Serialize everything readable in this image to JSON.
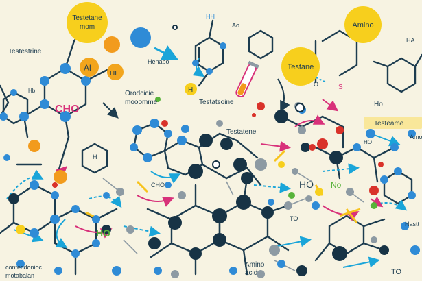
{
  "labels": {
    "bubble_top_left": [
      "Testetane",
      "mom"
    ],
    "bubble_top_right": "Amino",
    "bubble_mid_right": "Testane",
    "left_title": "Testestrine",
    "henabo": "Henabo",
    "orodicine": [
      "Orodcicie",
      "mooomme"
    ],
    "testatsoine": "Testatsoine",
    "testatene": "Testatene",
    "testeame_badge": "Testeame",
    "cho_pink": "CHO",
    "cho_small": "CHO",
    "ho_green": "HO",
    "ho_mid": "HO",
    "ho_right": "HO",
    "ho_far_right": "Ho",
    "no_green": "No",
    "to_right": "TO",
    "to_bottom": "TO",
    "amino_acid": [
      "Amino",
      "acid"
    ],
    "bottom_left": [
      "contecdonioc",
      "motabalan"
    ],
    "right_edge_top": "Amo",
    "right_edge_bot": "Hastt",
    "ha_top_right": "HA",
    "ao": "Ao",
    "hh": "HH",
    "h_atom": "H",
    "al_atom": "Al",
    "hi_atom": "HI",
    "h_small": "H",
    "hb": "Hb",
    "o_small": "O",
    "s_small": "S"
  },
  "colors": {
    "background": "#f7f3e2",
    "yellow_bubble": "#f7cf1d",
    "bond_dark": "#1d3c4f",
    "atom_blue": "#2f8bd6",
    "atom_navy": "#173345",
    "atom_orange": "#f29b1d",
    "atom_red": "#d9322a",
    "atom_green": "#58b33a",
    "atom_gray": "#8d9aa3",
    "arrow_cyan": "#1aa5d9",
    "arrow_pink": "#d8317a",
    "text_pink": "#d8317a",
    "text_dark": "#1d3c4f"
  }
}
